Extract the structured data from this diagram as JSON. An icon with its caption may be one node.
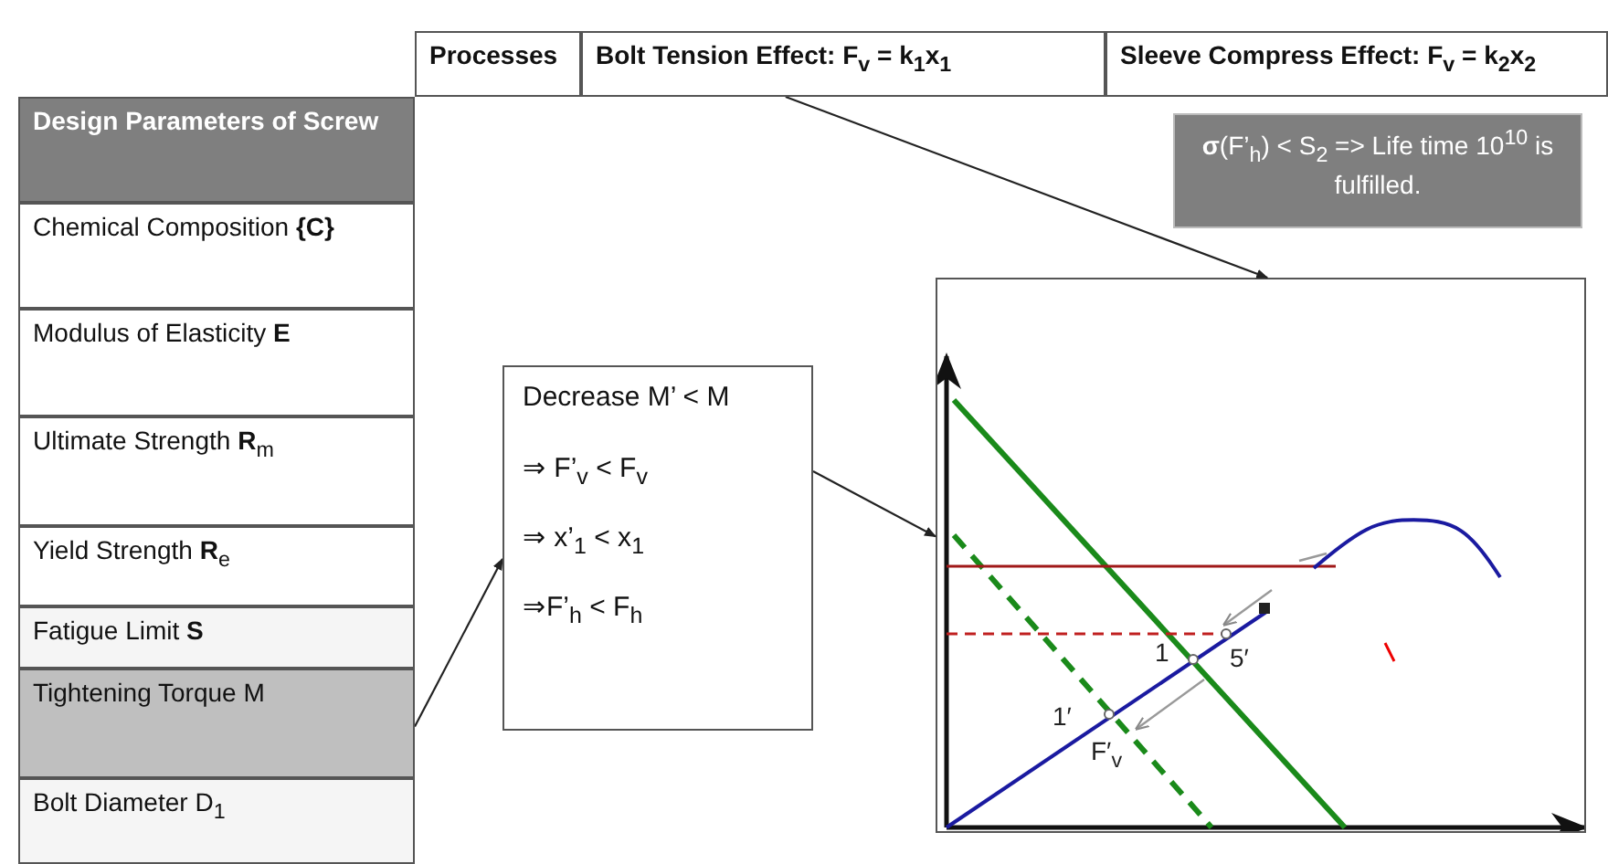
{
  "diagram": {
    "nodes": [
      {
        "text": [
          "Processes"
        ]
      },
      {
        "text": [
          "Bolt Tension Effect: F$_{v}$ = k$_{1}$x$_{1}$"
        ]
      },
      {
        "text": [
          "Sleeve Compress Effect: F$_{v}$ = k$_{2}$x$_{2}$"
        ]
      },
      {
        "text": [
          "Design Parameters of Screw"
        ]
      },
      {
        "text": [
          "Chemical Composition **{C}**"
        ]
      },
      {
        "text": [
          "Modulus of Elasticity **E**"
        ]
      },
      {
        "text": [
          "Ultimate Strength **R**$_{m}$"
        ]
      },
      {
        "text": [
          "Yield Strength **R**$_{e}$"
        ]
      },
      {
        "text": [
          "Fatigue Limit **S**"
        ]
      },
      {
        "text": [
          "Tightening Torque M"
        ]
      },
      {
        "text": [
          "Bolt Diameter D$_{1}$"
        ]
      },
      {
        "text": [
          "Decrease M’ < M",
          "⇒ F’$_{v}$ < F$_{v}$",
          "⇒ x’$_{1}$ < x$_{1}$",
          "⇒F’$_{h}$ < F$_{h}$"
        ]
      },
      {
        "text": [],
        "shape": "picture"
      },
      {
        "text": [
          "**σ**(F’$_{h}$) < S$_{2}$ => Life time 10$^{10}$ is fulfilled."
        ]
      }
    ],
    "edges": [
      {
        "from": 9,
        "to": 11,
        "arrow": "to"
      },
      {
        "from": 11,
        "to": 12,
        "arrow": "to"
      },
      {
        "from": 1,
        "to": 12,
        "arrow": "to"
      }
    ],
    "labels": [
      "1",
      "5′",
      "1′",
      "F′$_{v}$"
    ]
  }
}
